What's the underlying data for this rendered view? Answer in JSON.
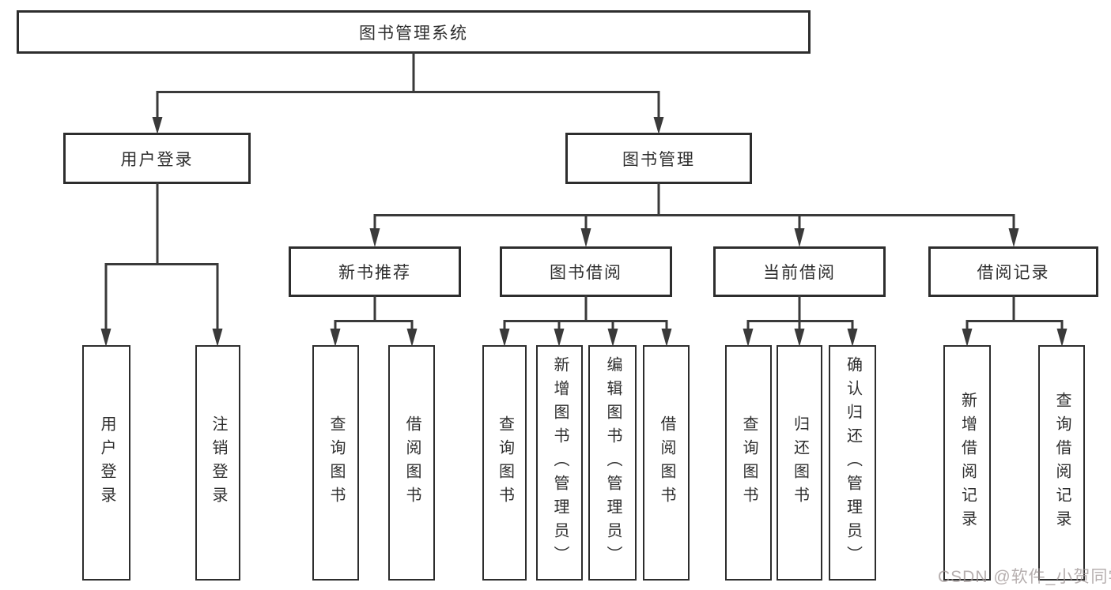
{
  "nodes": {
    "root": {
      "label": "图书管理系统"
    },
    "level1": [
      {
        "label": "用户登录"
      },
      {
        "label": "图书管理"
      }
    ],
    "level2": [
      {
        "label": "新书推荐",
        "parent": "图书管理"
      },
      {
        "label": "图书借阅",
        "parent": "图书管理"
      },
      {
        "label": "当前借阅",
        "parent": "图书管理"
      },
      {
        "label": "借阅记录",
        "parent": "图书管理"
      }
    ],
    "leaves": [
      {
        "label": "用户登录",
        "parent": "用户登录"
      },
      {
        "label": "注销登录",
        "parent": "用户登录"
      },
      {
        "label": "查询图书",
        "parent": "新书推荐"
      },
      {
        "label": "借阅图书",
        "parent": "新书推荐"
      },
      {
        "label": "查询图书",
        "parent": "图书借阅"
      },
      {
        "label": "新增图书（管理员）",
        "parent": "图书借阅"
      },
      {
        "label": "编辑图书（管理员）",
        "parent": "图书借阅"
      },
      {
        "label": "借阅图书",
        "parent": "图书借阅"
      },
      {
        "label": "查询图书",
        "parent": "当前借阅"
      },
      {
        "label": "归还图书",
        "parent": "当前借阅"
      },
      {
        "label": "确认归还（管理员）",
        "parent": "当前借阅"
      },
      {
        "label": "新增借阅记录",
        "parent": "借阅记录"
      },
      {
        "label": "查询借阅记录",
        "parent": "借阅记录"
      }
    ]
  },
  "watermark": {
    "text": "CSDN @软件_小贺同学"
  },
  "colors": {
    "line": "#3a3a3a",
    "border": "#2d2d2d",
    "text": "#2e2e2e",
    "background": "#ffffff",
    "watermark": "#9e9494"
  }
}
